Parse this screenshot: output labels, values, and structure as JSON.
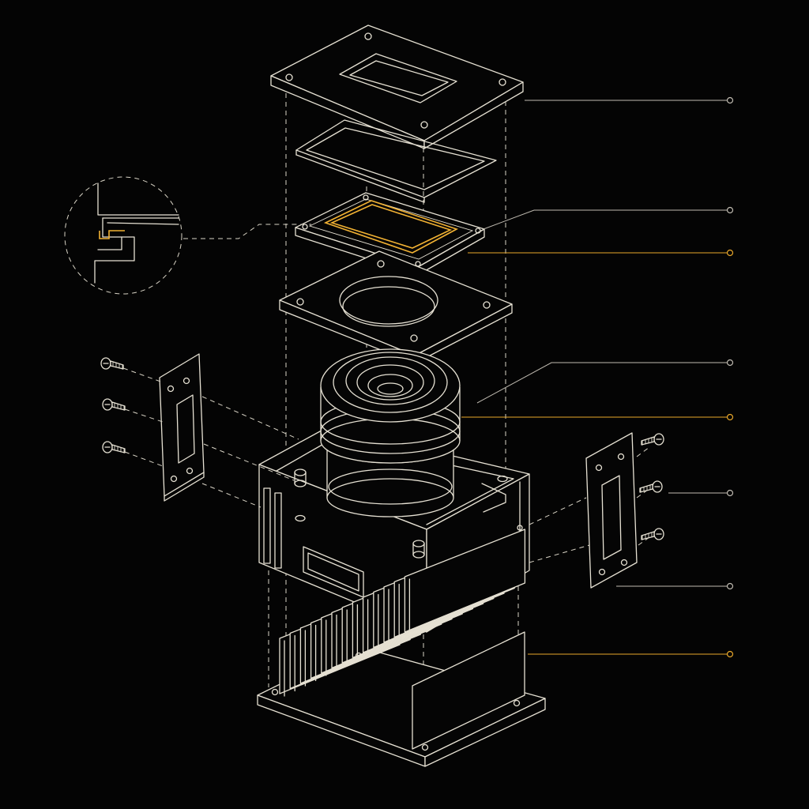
{
  "figure": {
    "style": "exploded isometric line-art",
    "background_color": "#040404",
    "line_color": "#e6e1d3",
    "accent_color": "#f2b233"
  },
  "callouts": [
    {
      "part": "top-cover",
      "color": "white"
    },
    {
      "part": "top-gasket",
      "color": "white"
    },
    {
      "part": "sensor-frame",
      "color": "white"
    },
    {
      "part": "sensor-window",
      "color": "amber"
    },
    {
      "part": "lens-ring",
      "color": "white"
    },
    {
      "part": "lens-barrel-seal",
      "color": "amber"
    },
    {
      "part": "side-screws",
      "color": "white"
    },
    {
      "part": "side-bracket",
      "color": "white"
    },
    {
      "part": "heatsink",
      "color": "amber"
    }
  ],
  "icons": [
    "screw-icon",
    "detail-magnifier-icon"
  ]
}
